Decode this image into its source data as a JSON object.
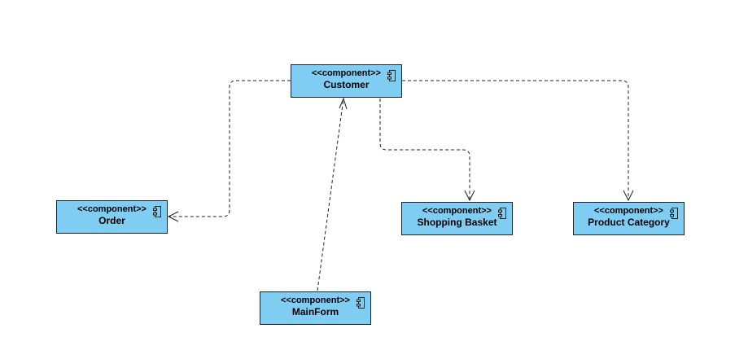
{
  "diagram": {
    "type": "uml-component-diagram",
    "fill_color": "#7fcdf3",
    "border_color": "#222222",
    "components": [
      {
        "id": "customer",
        "stereotype": "<<component>>",
        "name": "Customer"
      },
      {
        "id": "order",
        "stereotype": "<<component>>",
        "name": "Order"
      },
      {
        "id": "shopping-basket",
        "stereotype": "<<component>>",
        "name": "Shopping Basket"
      },
      {
        "id": "product-category",
        "stereotype": "<<component>>",
        "name": "Product Category"
      },
      {
        "id": "mainform",
        "stereotype": "<<component>>",
        "name": "MainForm"
      }
    ],
    "dependencies": [
      {
        "from": "customer",
        "to": "order",
        "style": "dashed"
      },
      {
        "from": "customer",
        "to": "shopping-basket",
        "style": "dashed"
      },
      {
        "from": "customer",
        "to": "product-category",
        "style": "dashed"
      },
      {
        "from": "mainform",
        "to": "customer",
        "style": "dashed"
      }
    ]
  }
}
